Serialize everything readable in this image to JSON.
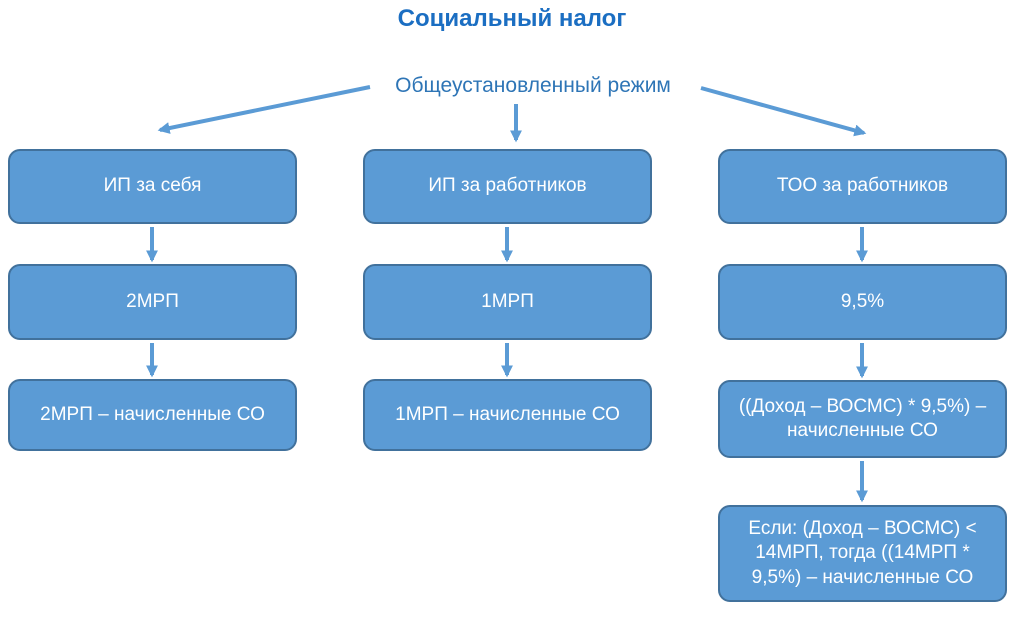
{
  "title": "Социальный налог",
  "root": {
    "label": "Общеустановленный режим"
  },
  "colors": {
    "node_fill": "#5b9bd5",
    "node_border": "#41719c",
    "connector": "#5b9bd5",
    "title_text": "#1b6ec2",
    "root_label_text": "#2e75b6",
    "node_text": "#ffffff",
    "background": "#ffffff"
  },
  "columns": [
    {
      "id": "ip-self",
      "steps": [
        "ИП за себя",
        "2МРП",
        "2МРП – начисленные СО"
      ]
    },
    {
      "id": "ip-workers",
      "steps": [
        "ИП за работников",
        "1МРП",
        "1МРП – начисленные СО"
      ]
    },
    {
      "id": "too-workers",
      "steps": [
        "ТОО за работников",
        "9,5%",
        "((Доход – ВОСМС) * 9,5%) – начисленные СО",
        "Если: (Доход – ВОСМС) < 14МРП, тогда ((14МРП * 9,5%) – начисленные СО"
      ]
    }
  ]
}
